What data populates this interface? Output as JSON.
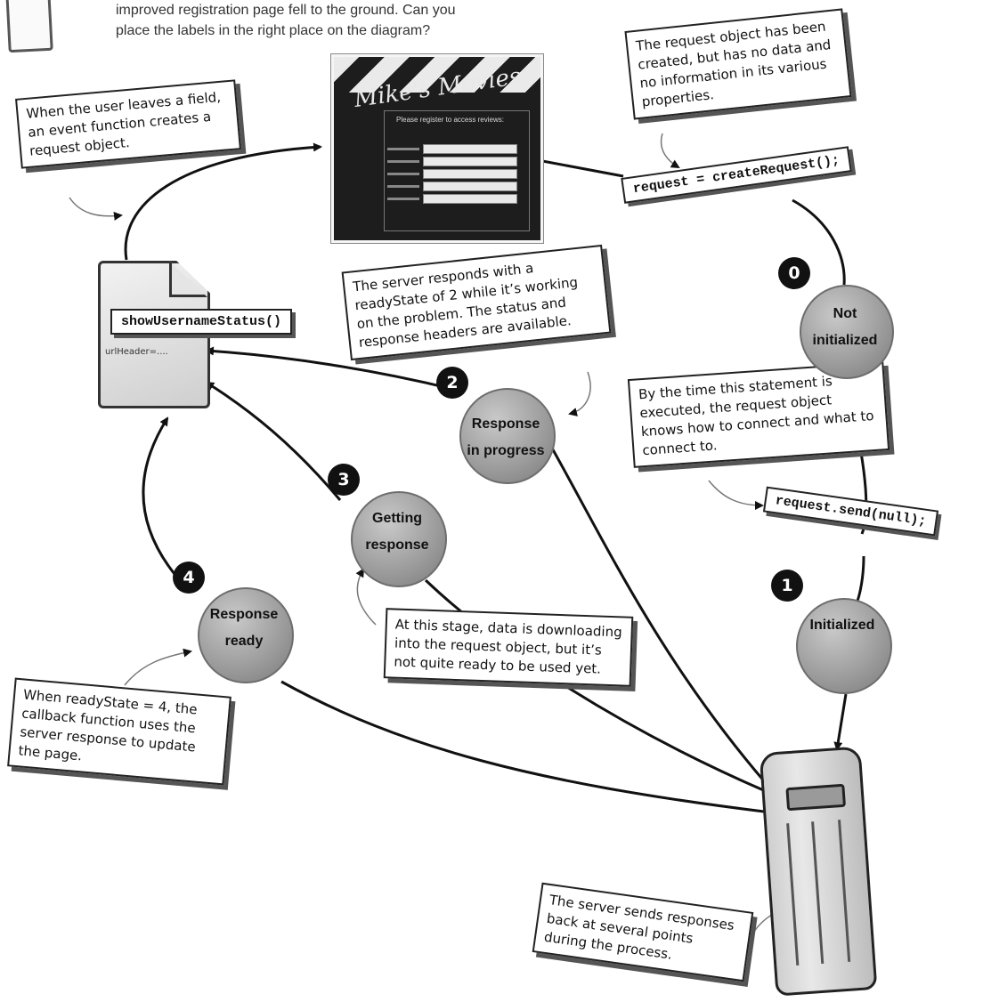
{
  "intro": {
    "line1": "improved registration page fell to the ground. Can you",
    "line2": "place the labels in the right place on the diagram?"
  },
  "screenshot": {
    "title": "Mike's Movies",
    "text": "Please register to access reviews:"
  },
  "page_file": {
    "function_label": "showUsernameStatus()",
    "small_text": "urlHeader=...."
  },
  "code": {
    "create_request": "request = createRequest();",
    "send": "request.send(null);"
  },
  "states": [
    {
      "number": "0",
      "line1": "Not",
      "line2": "initialized"
    },
    {
      "number": "1",
      "line1": "",
      "line2": "Initialized"
    },
    {
      "number": "2",
      "line1": "Response",
      "line2": "in progress"
    },
    {
      "number": "3",
      "line1": "Getting",
      "line2": "response"
    },
    {
      "number": "4",
      "line1": "Response",
      "line2": "ready"
    }
  ],
  "notes": {
    "event_function": "When the user leaves a field, an event function creates a request object.",
    "request_created": "The request object has been created, but has no data and no information in its various properties.",
    "ready_state_2": "The server responds with a readyState of 2 while it’s working on the problem. The status and response headers are available.",
    "statement_executed": "By the time this statement is executed, the request object knows how to connect and what to connect to.",
    "stage_3": "At this stage, data is downloading into the request object, but it’s not quite ready to be used yet.",
    "ready_state_4": "When readyState = 4, the callback function uses the server response to update the page.",
    "server_sends": "The server sends responses back at several points during the process."
  }
}
